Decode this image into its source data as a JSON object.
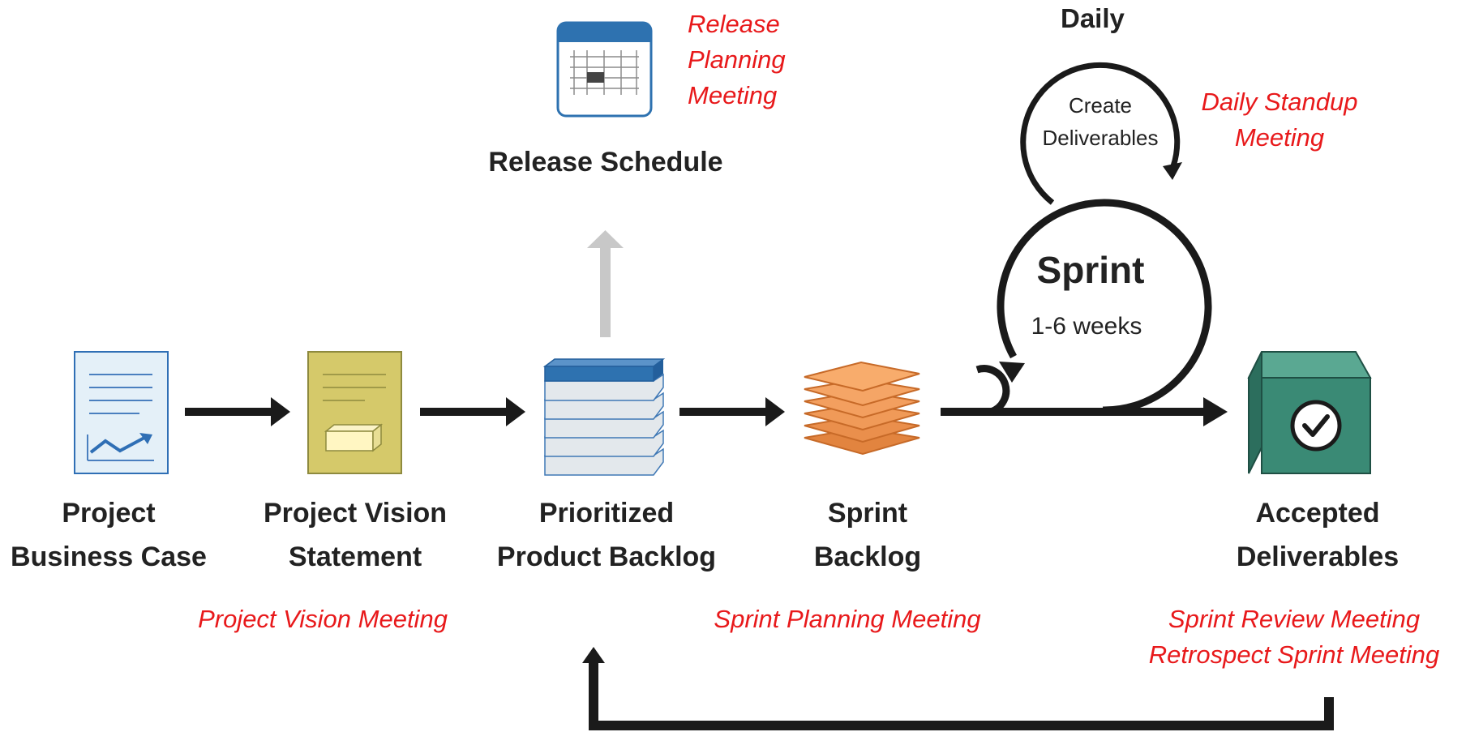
{
  "artifacts": {
    "business_case": [
      "Project",
      "Business Case"
    ],
    "vision_statement": [
      "Project Vision",
      "Statement"
    ],
    "product_backlog": [
      "Prioritized",
      "Product Backlog"
    ],
    "sprint_backlog": [
      "Sprint",
      "Backlog"
    ],
    "accepted_deliverables": [
      "Accepted",
      "Deliverables"
    ],
    "release_schedule": "Release Schedule"
  },
  "meetings": {
    "release_planning": [
      "Release",
      "Planning",
      "Meeting"
    ],
    "daily_standup": [
      "Daily Standup",
      "Meeting"
    ],
    "project_vision": "Project Vision Meeting",
    "sprint_planning": "Sprint Planning Meeting",
    "sprint_review": "Sprint Review Meeting",
    "retrospect": "Retrospect Sprint Meeting"
  },
  "cycles": {
    "daily_title": "Daily",
    "daily_activity": [
      "Create",
      "Deliverables"
    ],
    "sprint_title": "Sprint",
    "sprint_duration": "1-6 weeks"
  },
  "icons": {
    "business_case": "document-chart-icon",
    "vision_statement": "document-box-icon",
    "product_backlog": "stacked-list-icon",
    "sprint_backlog": "stacked-sheets-icon",
    "accepted_deliverables": "checked-box-icon",
    "release_schedule": "calendar-icon"
  },
  "colors": {
    "meeting_text": "#e8191b",
    "arrow": "#1a1a1a",
    "release_arrow": "#c8c8c8",
    "calendar_blue": "#2e72b0",
    "sprint_orange": "#f39a5a",
    "deliverable_green": "#3a8a75"
  }
}
